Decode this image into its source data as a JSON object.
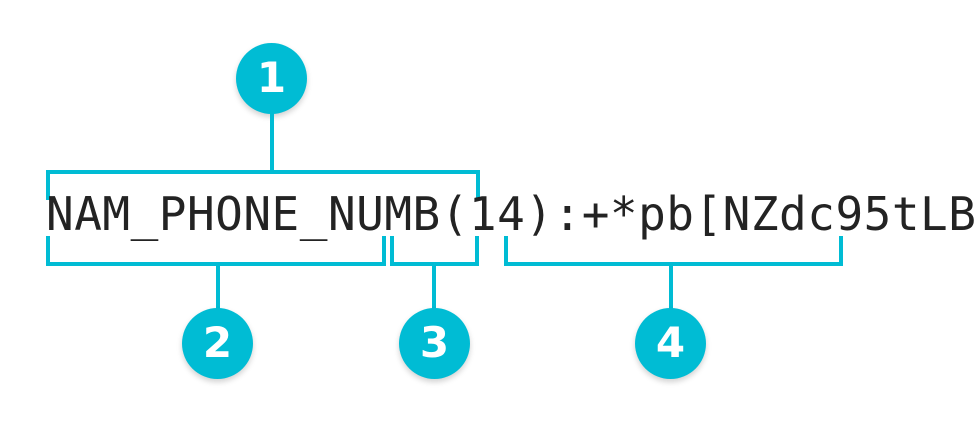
{
  "theme": {
    "accent_color": "#00bcd4",
    "text_color": "#232323",
    "badge_text_color": "#ffffff",
    "background_color": "#ffffff"
  },
  "code": {
    "full_string": "NAM_PHONE_NUMB(14):+*pb[NZdc95tLB",
    "segments": {
      "field_name": "NAM_PHONE_NUMB",
      "length": "(14)",
      "separator": ":",
      "value": "+*pb[NZdc95tLB"
    }
  },
  "callouts": [
    {
      "number": "1",
      "position": "above",
      "covers": "NAM_PHONE_NUMB(14)"
    },
    {
      "number": "2",
      "position": "below",
      "covers": "NAM_PHONE_NUMB"
    },
    {
      "number": "3",
      "position": "below",
      "covers": "(14)"
    },
    {
      "number": "4",
      "position": "below",
      "covers": ":+*pb[NZdc95tLB"
    }
  ]
}
